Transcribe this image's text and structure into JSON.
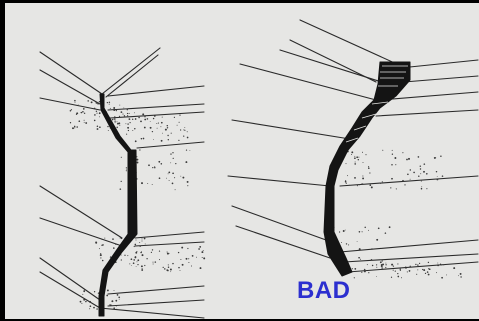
{
  "caption": {
    "text": "BAD",
    "color": "#2c2fcf"
  },
  "colors": {
    "line": "#2a2a2a",
    "ink": "#141414",
    "paper": "#e6e6e4",
    "frame": "#000000"
  },
  "panels": [
    {
      "name": "left-joint-diagram"
    },
    {
      "name": "right-joint-diagram"
    }
  ]
}
